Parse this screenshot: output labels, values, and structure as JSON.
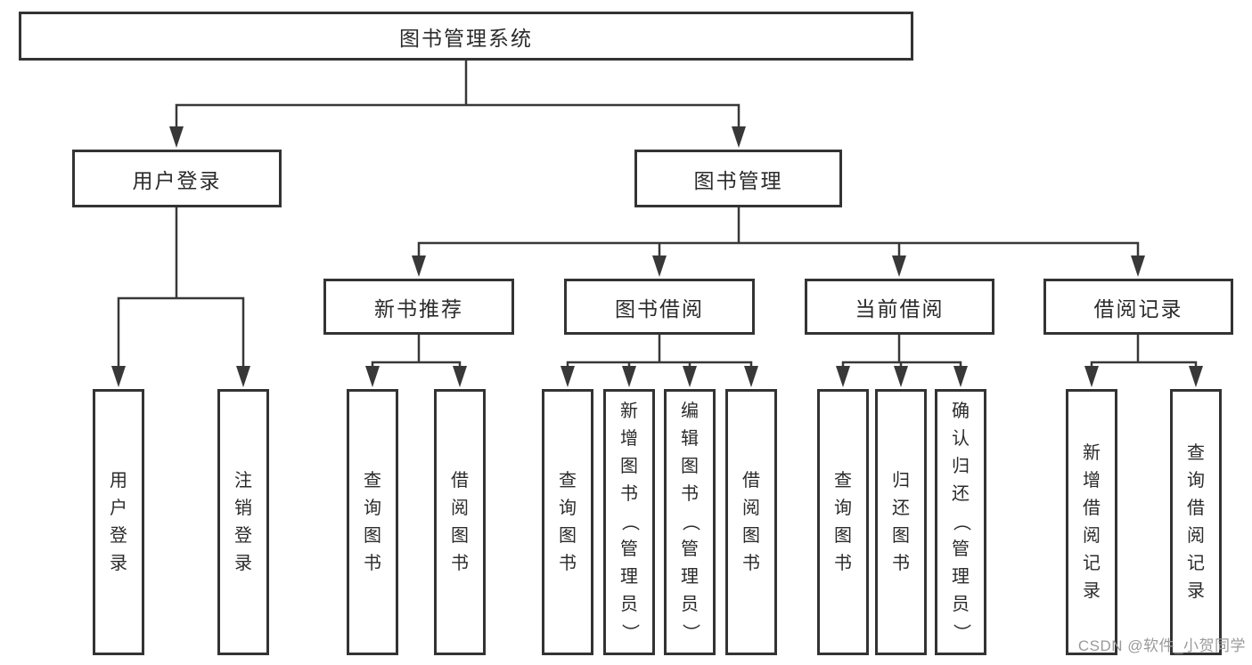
{
  "diagram": {
    "root": {
      "label": "图书管理系统"
    },
    "level2": {
      "user_login": {
        "label": "用户登录"
      },
      "book_mgmt": {
        "label": "图书管理"
      }
    },
    "level3": {
      "new_books": {
        "label": "新书推荐"
      },
      "book_borrow": {
        "label": "图书借阅"
      },
      "current_borrow": {
        "label": "当前借阅"
      },
      "borrow_records": {
        "label": "借阅记录"
      }
    },
    "leaves": {
      "user_login": {
        "label": "用户登录"
      },
      "logout": {
        "label": "注销登录"
      },
      "query_books_recommend": {
        "label": "查询图书"
      },
      "borrow_books_recommend": {
        "label": "借阅图书"
      },
      "query_books_borrow": {
        "label": "查询图书"
      },
      "add_books_admin": {
        "label": "新增图书（管理员）"
      },
      "edit_books_admin": {
        "label": "编辑图书（管理员）"
      },
      "borrow_books": {
        "label": "借阅图书"
      },
      "query_books_current": {
        "label": "查询图书"
      },
      "return_books": {
        "label": "归还图书"
      },
      "confirm_return_admin": {
        "label": "确认归还（管理员）"
      },
      "add_borrow_record": {
        "label": "新增借阅记录"
      },
      "query_borrow_record": {
        "label": "查询借阅记录"
      }
    }
  },
  "watermark": {
    "text": "CSDN @软件_小贺同学"
  },
  "colors": {
    "line": "#383838",
    "border": "#333333",
    "text": "#2b2b2b",
    "watermark": "#9a9a9a",
    "background": "#ffffff"
  }
}
